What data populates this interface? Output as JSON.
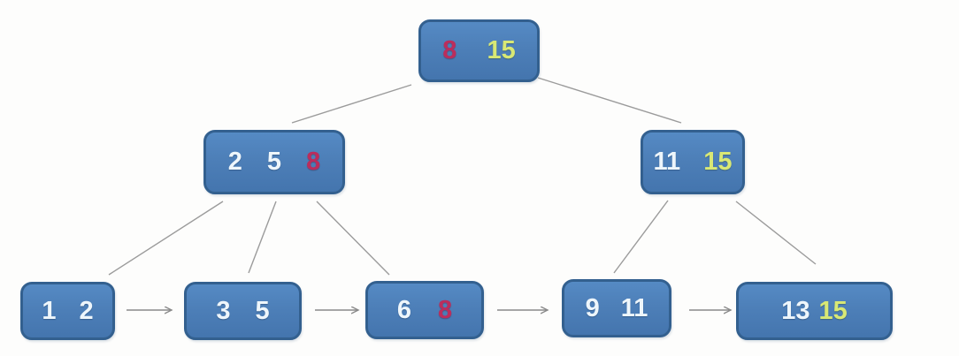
{
  "diagram_type": "b-plus-tree",
  "colors": {
    "node_fill": "#4d7fb8",
    "node_border": "#33608f",
    "key_default": "#eef6fb",
    "key_highlight_red": "#bb2d5c",
    "key_highlight_green": "#d8e875",
    "tree_connector": "#9b9b9b",
    "leaf_link_arrow": "#8a8a8a",
    "background": "#fdfdfc"
  },
  "tree": {
    "root": {
      "keys": [
        {
          "value": "8",
          "color": "red"
        },
        {
          "value": "15",
          "color": "green"
        }
      ]
    },
    "internal_left": {
      "keys": [
        {
          "value": "2",
          "color": "white"
        },
        {
          "value": "5",
          "color": "white"
        },
        {
          "value": "8",
          "color": "red"
        }
      ]
    },
    "internal_right": {
      "keys": [
        {
          "value": "11",
          "color": "white"
        },
        {
          "value": "15",
          "color": "green"
        }
      ]
    },
    "leaf_1": {
      "keys": [
        {
          "value": "1",
          "color": "white"
        },
        {
          "value": "2",
          "color": "white"
        }
      ]
    },
    "leaf_2": {
      "keys": [
        {
          "value": "3",
          "color": "white"
        },
        {
          "value": "5",
          "color": "white"
        }
      ]
    },
    "leaf_3": {
      "keys": [
        {
          "value": "6",
          "color": "white"
        },
        {
          "value": "8",
          "color": "red"
        }
      ]
    },
    "leaf_4": {
      "keys": [
        {
          "value": "9",
          "color": "white"
        },
        {
          "value": "11",
          "color": "white"
        }
      ]
    },
    "leaf_5": {
      "keys": [
        {
          "value": "13",
          "color": "white"
        },
        {
          "value": "15",
          "color": "green"
        }
      ]
    },
    "edges": [
      {
        "from": "root",
        "to": "internal_left"
      },
      {
        "from": "root",
        "to": "internal_right"
      },
      {
        "from": "internal_left",
        "to": "leaf_1"
      },
      {
        "from": "internal_left",
        "to": "leaf_2"
      },
      {
        "from": "internal_left",
        "to": "leaf_3"
      },
      {
        "from": "internal_right",
        "to": "leaf_4"
      },
      {
        "from": "internal_right",
        "to": "leaf_5"
      }
    ],
    "leaf_chain": [
      "leaf_1",
      "leaf_2",
      "leaf_3",
      "leaf_4",
      "leaf_5"
    ]
  }
}
